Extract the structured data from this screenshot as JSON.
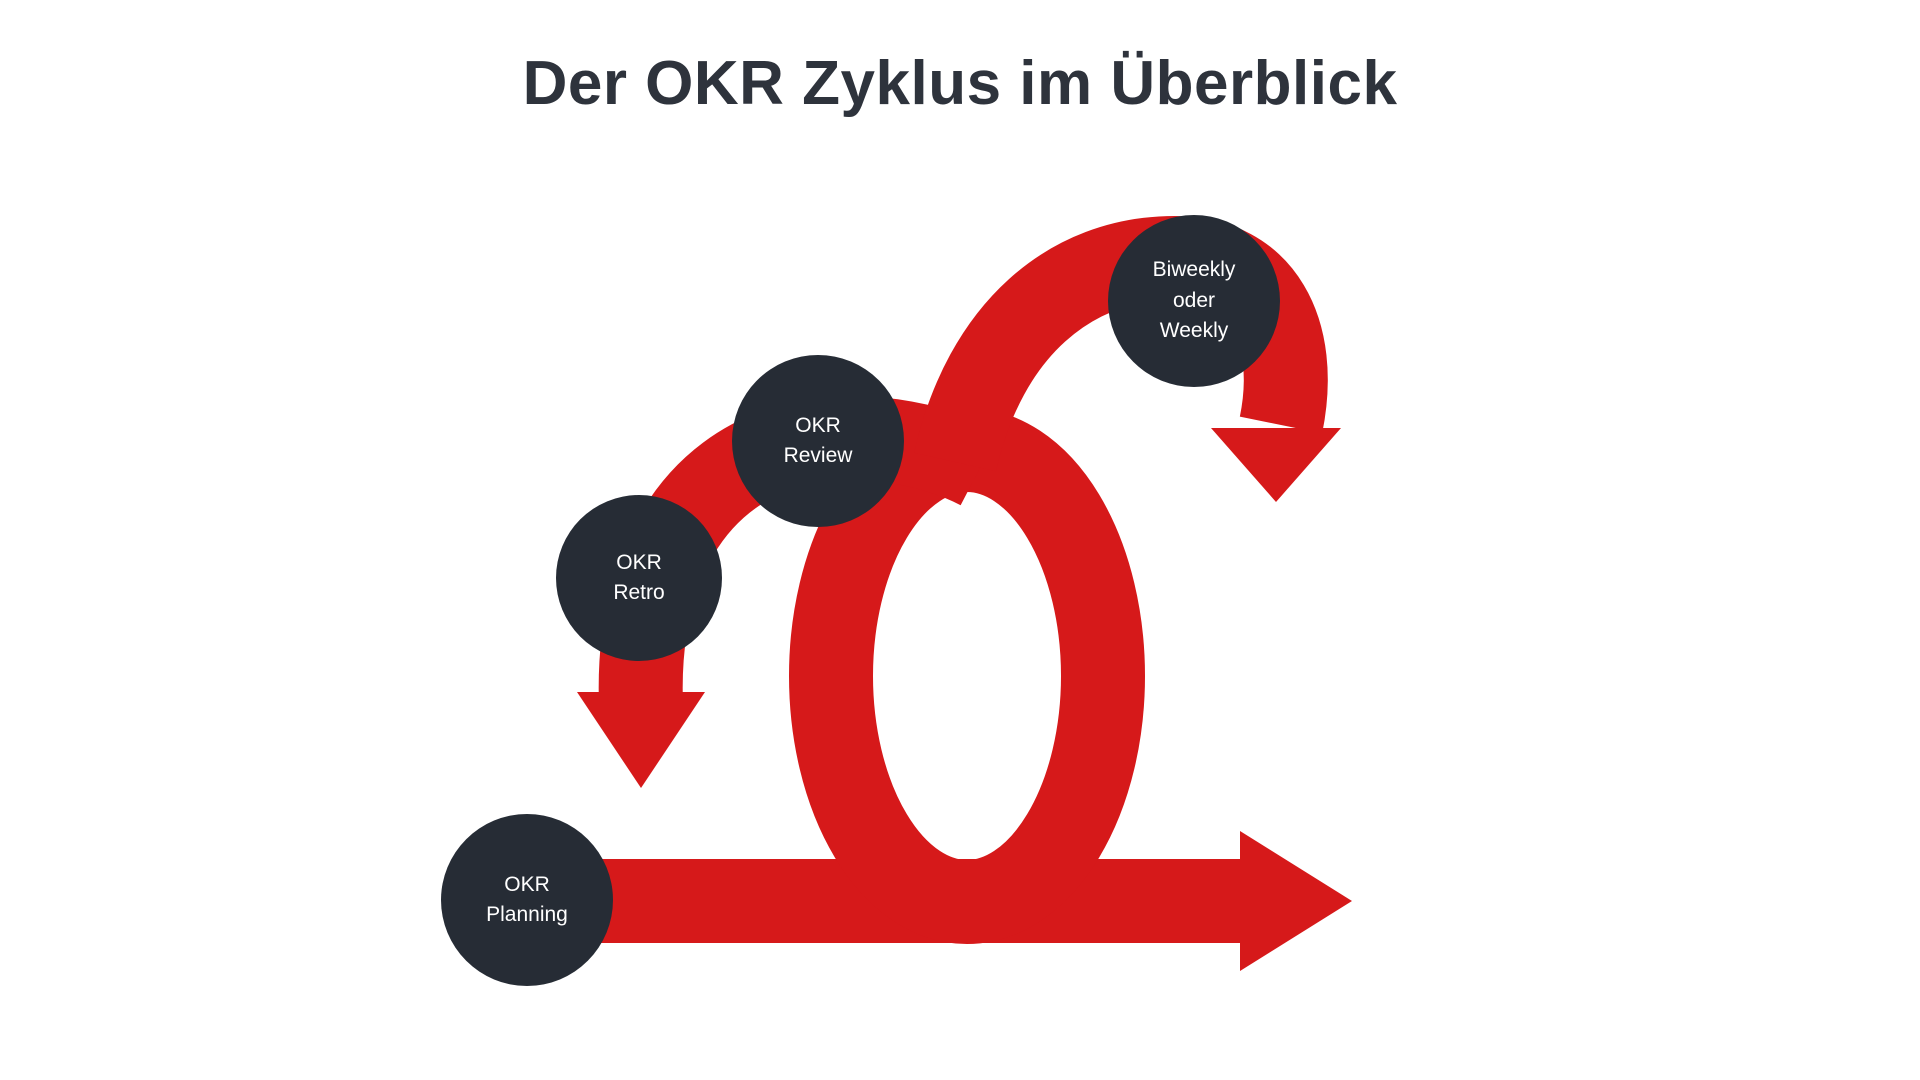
{
  "title": "Der OKR Zyklus im Überblick",
  "colors": {
    "arrow_red": "#d6191a",
    "node_dark": "#262c35",
    "title_text": "#2e333c",
    "background": "#ffffff"
  },
  "nodes": [
    {
      "id": "okr-planning",
      "label": "OKR\nPlanning"
    },
    {
      "id": "okr-retro",
      "label": "OKR\nRetro"
    },
    {
      "id": "okr-review",
      "label": "OKR\nReview"
    },
    {
      "id": "biweekly-weekly",
      "label": "Biweekly\noder\nWeekly"
    }
  ]
}
